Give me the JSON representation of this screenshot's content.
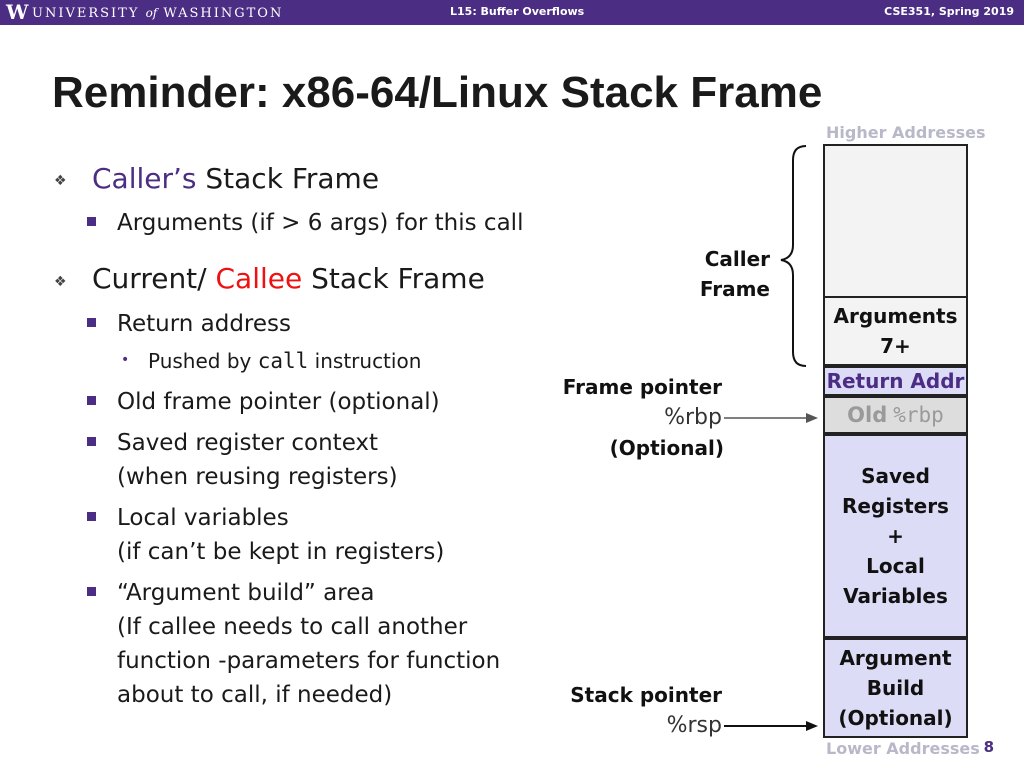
{
  "header": {
    "logo": "W",
    "university_prefix": "UNIVERSITY",
    "university_of": "of",
    "university_suffix": "WASHINGTON",
    "lecture": "L15:  Buffer Overflows",
    "course": "CSE351, Spring 2019"
  },
  "slide": {
    "title": "Reminder:  x86-64/Linux Stack Frame",
    "page_number": "8"
  },
  "bullets": {
    "caller_highlight": "Caller’s",
    "caller_rest": " Stack Frame",
    "caller_sub1": "Arguments (if > 6 args) for this call",
    "current_prefix": "Current/ ",
    "current_highlight": "Callee",
    "current_rest": " Stack Frame",
    "return_address": "Return address",
    "pushed_by": "Pushed by ",
    "pushed_code": "call",
    "pushed_rest": " instruction",
    "old_frame_pointer": "Old frame pointer (optional)",
    "saved_reg_line1": "Saved register context",
    "saved_reg_line2": "(when reusing registers)",
    "local_vars_line1": "Local variables",
    "local_vars_line2": "(if can’t be kept in registers)",
    "arg_build_line1": "“Argument build” area",
    "arg_build_line2": "(If callee needs to call another",
    "arg_build_line3": "function -parameters for function",
    "arg_build_line4": "about to call, if needed)"
  },
  "diagram": {
    "higher_addresses": "Higher Addresses",
    "lower_addresses": "Lower Addresses",
    "caller_frame_line1": "Caller",
    "caller_frame_line2": "Frame",
    "frame_pointer_label": "Frame pointer",
    "frame_pointer_reg": "%rbp",
    "frame_pointer_note": "(Optional)",
    "stack_pointer_label": "Stack pointer",
    "stack_pointer_reg": "%rsp",
    "cells": {
      "arguments_line1": "Arguments",
      "arguments_line2": "7+",
      "return_addr": "Return Addr",
      "old_rbp_prefix": "Old ",
      "old_rbp_reg": "%rbp",
      "saved_line1": "Saved",
      "saved_line2": "Registers",
      "saved_line3": "+",
      "saved_line4": "Local",
      "saved_line5": "Variables",
      "argbuild_line1": "Argument",
      "argbuild_line2": "Build",
      "argbuild_line3": "(Optional)"
    }
  },
  "colors": {
    "uw_purple": "#4b2e83",
    "highlight_red": "#ee1111",
    "cell_lavender": "#dcdcf7",
    "cell_gray": "#f3f3f3"
  }
}
